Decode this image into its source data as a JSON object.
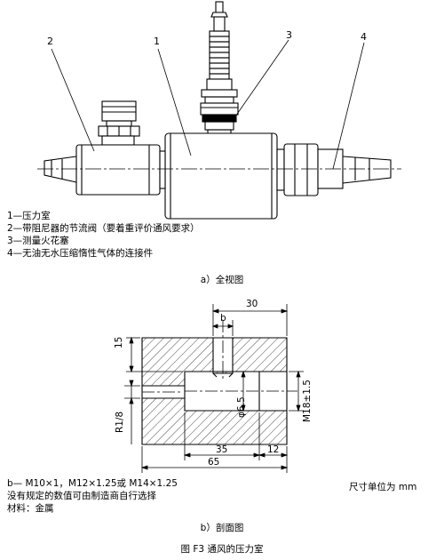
{
  "top_view": {
    "callouts": [
      "2",
      "1",
      "3",
      "4"
    ],
    "legend": [
      "1—压力室",
      "2—带阻尼器的节流阀（要着重评价通风要求）",
      "3—测量火花塞",
      "4—无油无水压缩惰性气体的连接件"
    ],
    "caption": "a）全视图"
  },
  "section_view": {
    "dims": {
      "d30": "30",
      "b": "b",
      "d15": "15",
      "d65dia": "φ6.5",
      "m18": "M18±1.5",
      "r18": "R1/8",
      "d35": "35",
      "d12": "12",
      "d65": "65"
    },
    "notes": [
      "b— M10×1，M12×1.25或 M14×1.25",
      "没有规定的数值可由制造商自行选择",
      "材料：金属"
    ],
    "unit_note": "尺寸单位为 mm",
    "caption": "b）剖面图"
  },
  "figure_title": "图 F3  通风的压力室"
}
